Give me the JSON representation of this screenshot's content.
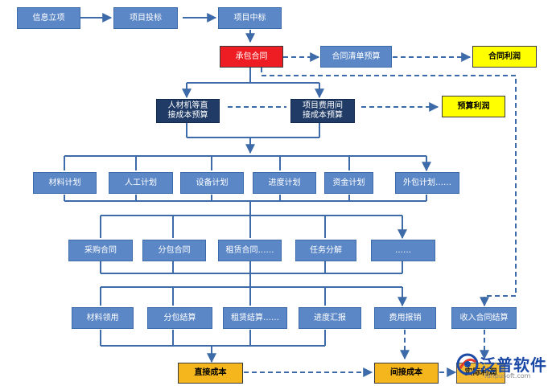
{
  "nodes": {
    "info_project": "信息立项",
    "bidding": "项目投标",
    "bid_won": "项目中标",
    "contracting": "承包合同",
    "contract_budget": "合同清单预算",
    "contract_profit": "合同利润",
    "direct_cost_budget": "人材机等直\n接成本预算",
    "expense_budget": "项目费用间\n接成本预算",
    "budget_profit": "预算利润",
    "plans": [
      "材料计划",
      "人工计划",
      "设备计划",
      "进度计划",
      "资金计划",
      "外包计划……"
    ],
    "contracts": [
      "采购合同",
      "分包合同",
      "租赁合同……",
      "任务分解",
      "……"
    ],
    "executions": [
      "材料领用",
      "分包结算",
      "租赁结算……",
      "进度汇报",
      "费用报销"
    ],
    "income_settlement": "收入合同结算",
    "direct_cost": "直接成本",
    "indirect_cost": "间接成本",
    "actual_profit": "实际利润"
  },
  "logo": {
    "name": "泛普软件",
    "url": "fanpusoft.com"
  },
  "colors": {
    "blue": "#5b87c7",
    "navy": "#1f3b66",
    "red": "#ee1d23",
    "yellow": "#ffff00",
    "orange": "#f5b51d",
    "line": "#3d6aa8"
  }
}
